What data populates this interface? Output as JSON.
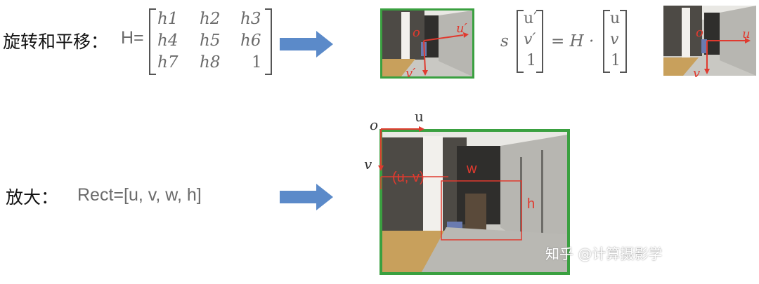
{
  "row1": {
    "label": "旋转和平移：",
    "h_prefix": "H=",
    "matrix": [
      [
        "h1",
        "h2",
        "h3"
      ],
      [
        "h4",
        "h5",
        "h6"
      ],
      [
        "h7",
        "h8",
        "1"
      ]
    ],
    "equation": {
      "s": "s",
      "left_vec": [
        "u′",
        "v′",
        "1"
      ],
      "eq": "= H ·",
      "right_vec": [
        "u",
        "v",
        "1"
      ]
    },
    "img1_labels": {
      "o": "o",
      "u": "u′",
      "v": "v′"
    },
    "img2_labels": {
      "o": "o",
      "u": "u",
      "v": "v"
    }
  },
  "row2": {
    "label": "放大：",
    "rect_text": "Rect=[u, v, w, h]",
    "labels": {
      "o": "o",
      "u": "u",
      "v": "v",
      "uv": "(u, v)",
      "w": "w",
      "h": "h"
    }
  },
  "watermark": "知乎 @计算摄影学",
  "colors": {
    "arrow": "#5b8ac9",
    "frame": "#3aa040",
    "red": "#e03a2f",
    "text_gray": "#6b6b6b"
  }
}
